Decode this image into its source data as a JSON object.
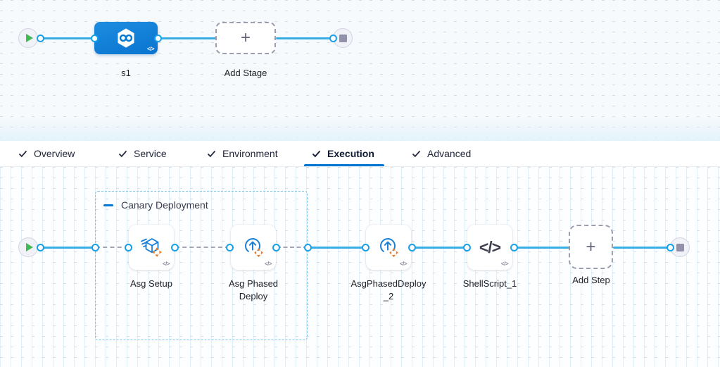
{
  "stage_canvas": {
    "stage_s1": {
      "label": "s1"
    },
    "add_stage": {
      "label": "Add Stage"
    }
  },
  "tabs": {
    "items": [
      {
        "label": "Overview"
      },
      {
        "label": "Service"
      },
      {
        "label": "Environment"
      },
      {
        "label": "Execution"
      },
      {
        "label": "Advanced"
      }
    ],
    "active_tab": "Execution"
  },
  "execution_canvas": {
    "group": {
      "label": "Canary Deployment"
    },
    "steps": [
      {
        "label": "Asg Setup"
      },
      {
        "label": "Asg Phased Deploy"
      },
      {
        "label": "AsgPhasedDeploy_2"
      },
      {
        "label": "ShellScript_1"
      }
    ],
    "add_step": {
      "label": "Add Step"
    }
  },
  "icons": {
    "plus": "+",
    "code": "</>"
  },
  "colors": {
    "connector_blue": "#35ade5",
    "accent_blue": "#0278d5",
    "stage_blue": "#0b7fd6",
    "step_icon_blue": "#1b7fd6",
    "orange": "#f07c25",
    "play_green": "#42ba53",
    "stop_gray": "#9192a9"
  }
}
